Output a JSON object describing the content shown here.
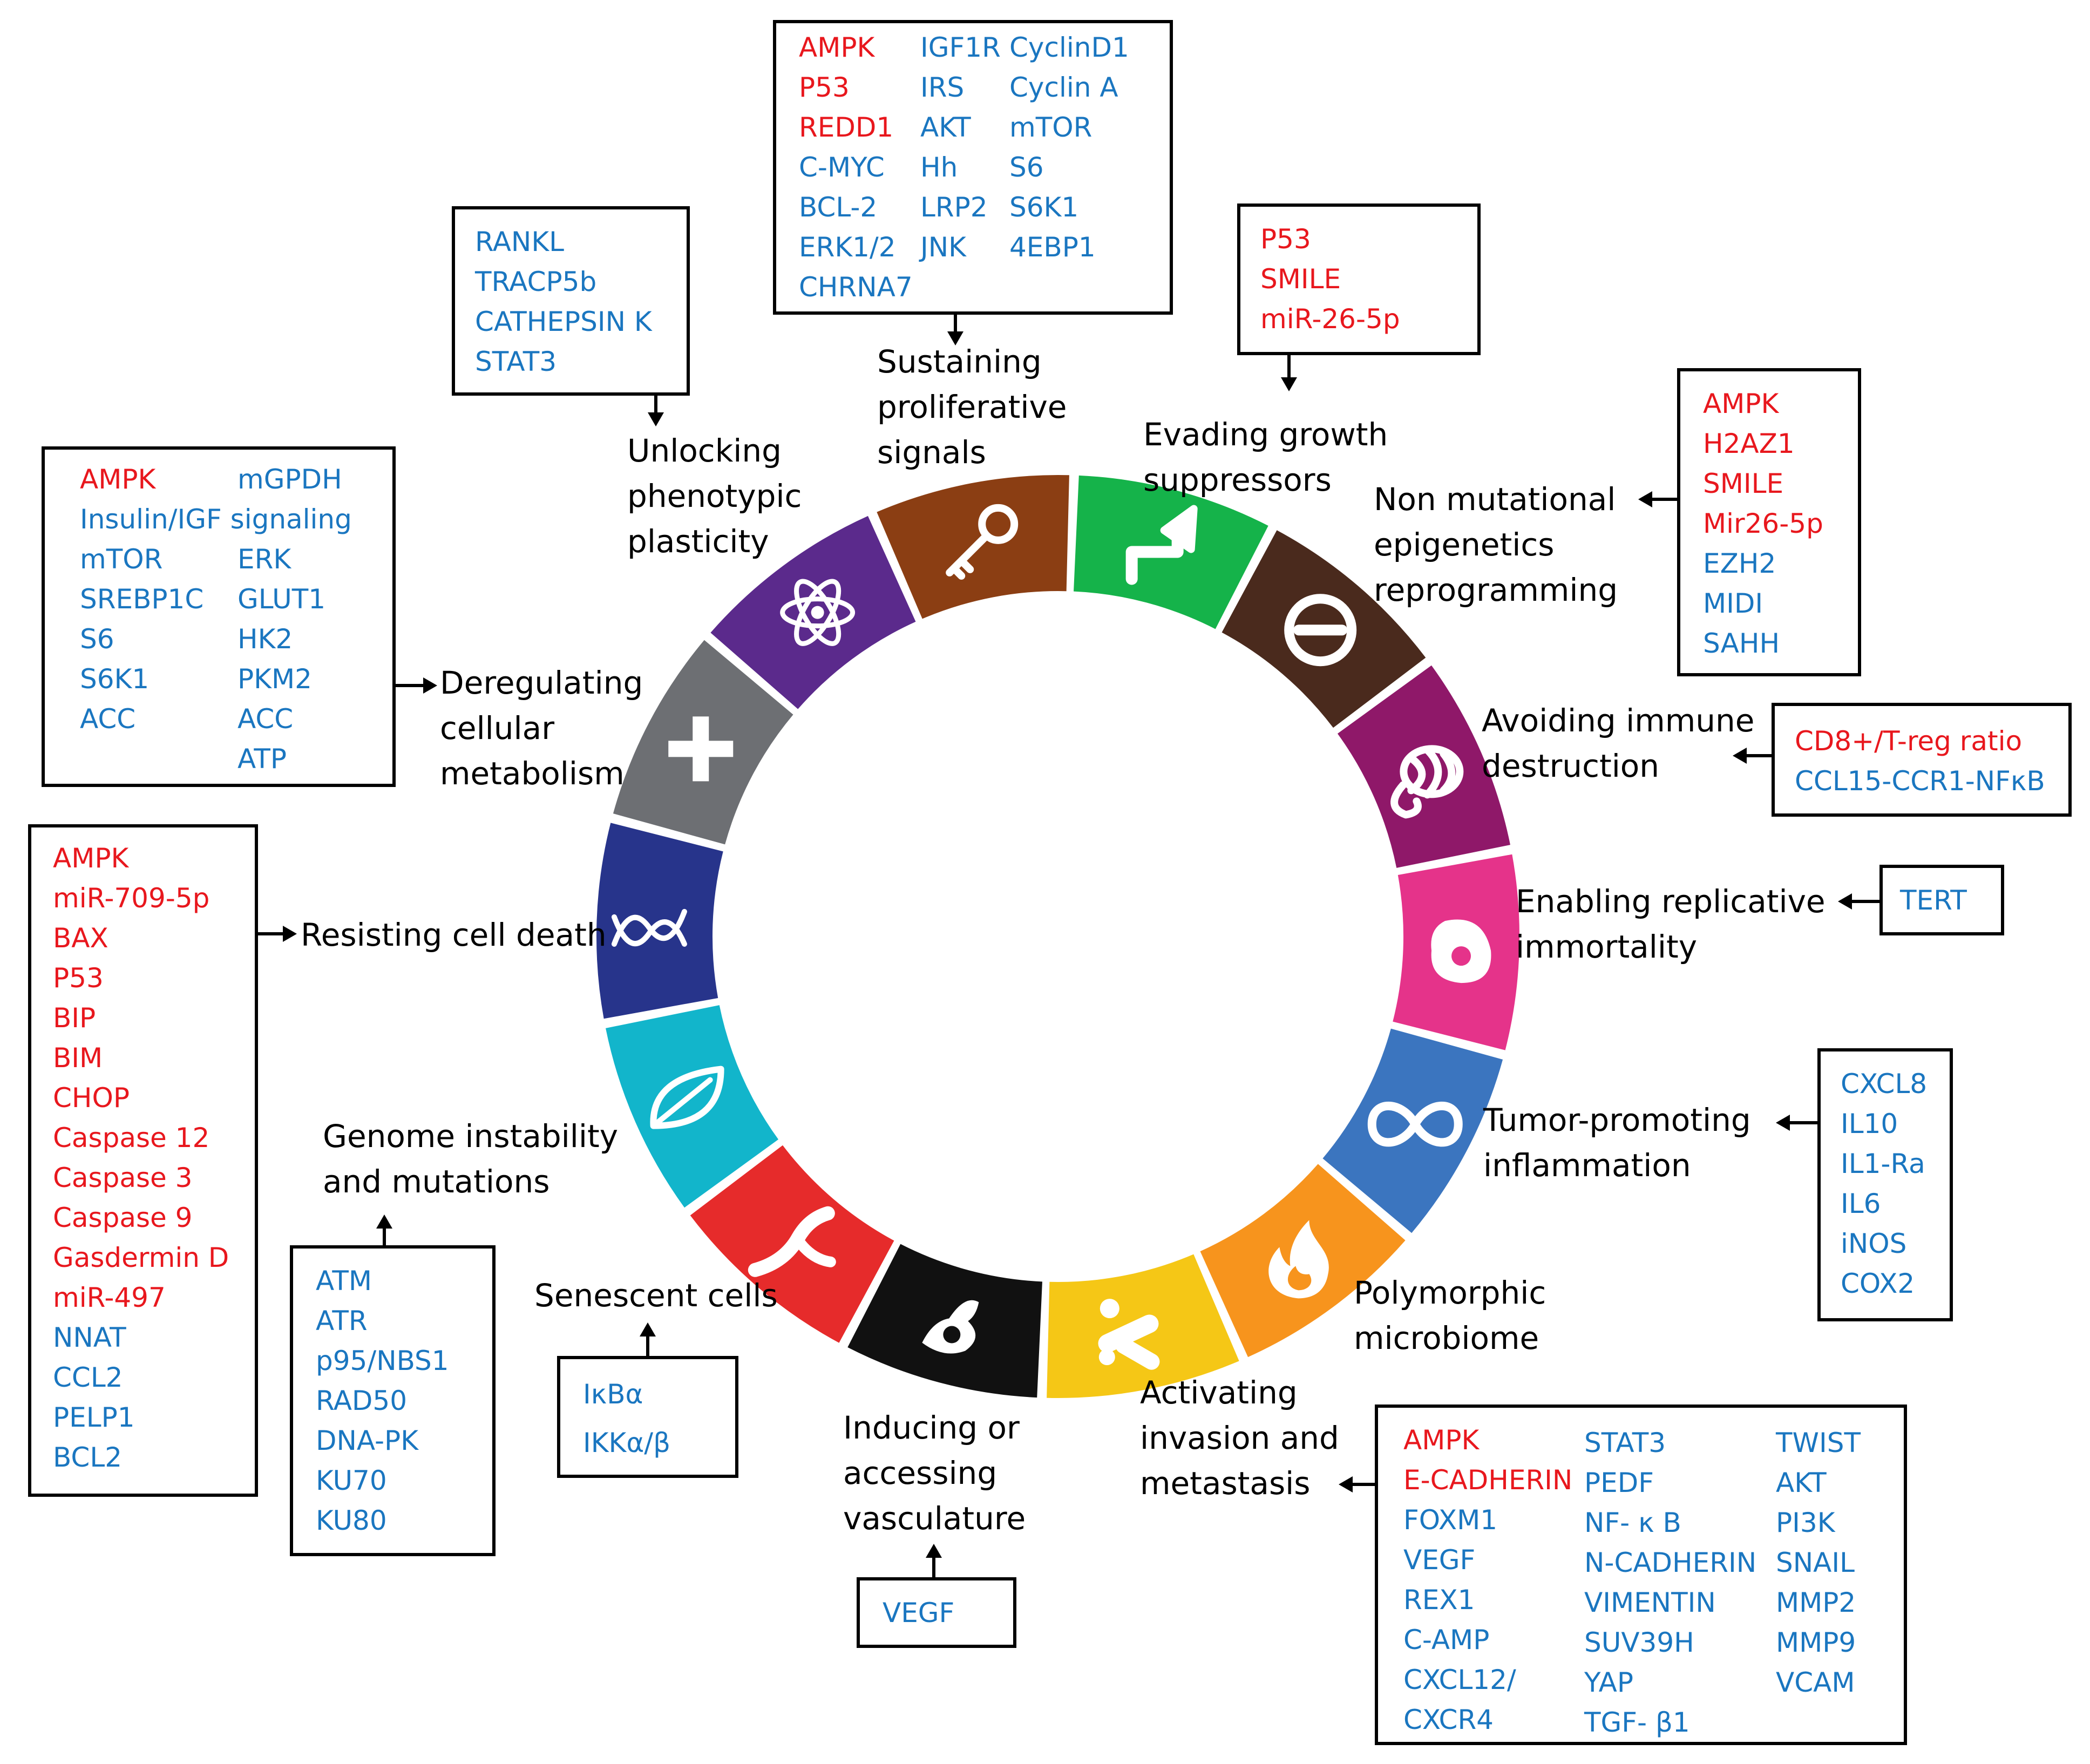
{
  "colors": {
    "activator": "#e8171d",
    "suppressor": "#1a76c0",
    "text": "#000000"
  },
  "hallmarks": {
    "proliferative": "Sustaining proliferative signals",
    "evading": "Evading growth suppressors",
    "epigenetic": "Non mutational epigenetics reprogramming",
    "immune": "Avoiding immune destruction",
    "immortality": "Enabling replicative immortality",
    "inflammation": "Tumor-promoting inflammation",
    "microbiome": "Polymorphic microbiome",
    "invasion": "Activating invasion and metastasis",
    "vasculature": "Inducing or accessing vasculature",
    "senescent": "Senescent cells",
    "genome": "Genome instability and mutations",
    "death": "Resisting cell death",
    "metabolism": "Deregulating cellular metabolism",
    "plasticity": "Unlocking phenotypic plasticity"
  },
  "labels": {
    "proliferative": [
      "Sustaining",
      "proliferative",
      "signals"
    ],
    "evading": [
      "Evading growth",
      "suppressors"
    ],
    "epigenetic": [
      "Non mutational",
      "epigenetics",
      "reprogramming"
    ],
    "immune": [
      "Avoiding immune",
      "destruction"
    ],
    "immortality": [
      "Enabling replicative",
      "immortality"
    ],
    "inflammation": [
      "Tumor-promoting",
      "inflammation"
    ],
    "microbiome": [
      "Polymorphic",
      "microbiome"
    ],
    "invasion": [
      "Activating",
      "invasion and",
      "metastasis"
    ],
    "vasculature": [
      "Inducing or",
      "accessing",
      "vasculature"
    ],
    "senescent": [
      "Senescent cells"
    ],
    "genome": [
      "Genome instability",
      "and mutations"
    ],
    "death": [
      "Resisting cell death"
    ],
    "metabolism": [
      "Deregulating",
      "cellular",
      "metabolism"
    ],
    "plasticity": [
      "Unlocking",
      "phenotypic",
      "plasticity"
    ]
  },
  "segments": [
    {
      "name": "sustaining-proliferative-signals",
      "color": "#15b34a",
      "icon": "upward-arrow-icon"
    },
    {
      "name": "evading-growth-suppressors",
      "color": "#4a2a1d",
      "icon": "prohibition-icon"
    },
    {
      "name": "non-mutational-epigenetic-reprogramming",
      "color": "#8f1869",
      "icon": "chromatin-icon"
    },
    {
      "name": "avoiding-immune-destruction",
      "color": "#e5338a",
      "icon": "immune-cell-icon"
    },
    {
      "name": "enabling-replicative-immortality",
      "color": "#3b75bf",
      "icon": "infinity-icon"
    },
    {
      "name": "tumor-promoting-inflammation",
      "color": "#f7941d",
      "icon": "flame-icon"
    },
    {
      "name": "polymorphic-microbiome",
      "color": "#f5c716",
      "icon": "bacteria-icon"
    },
    {
      "name": "activating-invasion-and-metastasis",
      "color": "#111111",
      "icon": "invasive-cell-icon"
    },
    {
      "name": "inducing-or-accessing-vasculature",
      "color": "#e62b2b",
      "icon": "blood-vessel-icon"
    },
    {
      "name": "senescent-cells",
      "color": "#12b5cb",
      "icon": "leaf-icon"
    },
    {
      "name": "genome-instability-and-mutations",
      "color": "#27348b",
      "icon": "dna-icon"
    },
    {
      "name": "resisting-cell-death",
      "color": "#6d6f73",
      "icon": "cross-icon"
    },
    {
      "name": "deregulating-cellular-metabolism",
      "color": "#5b2a8c",
      "icon": "atom-icon"
    },
    {
      "name": "unlocking-phenotypic-plasticity",
      "color": "#8b3e13",
      "icon": "key-icon"
    }
  ],
  "boxes": {
    "proliferative": {
      "col1": [
        {
          "t": "AMPK",
          "c": "activator"
        },
        {
          "t": "P53",
          "c": "activator"
        },
        {
          "t": "REDD1",
          "c": "activator"
        },
        {
          "t": "C-MYC",
          "c": "suppressor"
        },
        {
          "t": "BCL-2",
          "c": "suppressor"
        },
        {
          "t": "ERK1/2",
          "c": "suppressor"
        },
        {
          "t": "CHRNA7",
          "c": "suppressor"
        }
      ],
      "col2": [
        {
          "t": "IGF1R",
          "c": "suppressor"
        },
        {
          "t": "IRS",
          "c": "suppressor"
        },
        {
          "t": "AKT",
          "c": "suppressor"
        },
        {
          "t": "Hh",
          "c": "suppressor"
        },
        {
          "t": "LRP2",
          "c": "suppressor"
        },
        {
          "t": "JNK",
          "c": "suppressor"
        }
      ],
      "col3": [
        {
          "t": "CyclinD1",
          "c": "suppressor"
        },
        {
          "t": "Cyclin A",
          "c": "suppressor"
        },
        {
          "t": "mTOR",
          "c": "suppressor"
        },
        {
          "t": "S6",
          "c": "suppressor"
        },
        {
          "t": "S6K1",
          "c": "suppressor"
        },
        {
          "t": "4EBP1",
          "c": "suppressor"
        }
      ]
    },
    "plasticity": [
      {
        "t": "RANKL",
        "c": "suppressor"
      },
      {
        "t": "TRACP5b",
        "c": "suppressor"
      },
      {
        "t": "CATHEPSIN K",
        "c": "suppressor"
      },
      {
        "t": "STAT3",
        "c": "suppressor"
      }
    ],
    "evading": [
      {
        "t": "P53",
        "c": "activator"
      },
      {
        "t": "SMILE",
        "c": "activator"
      },
      {
        "t": "miR-26-5p",
        "c": "activator"
      }
    ],
    "epigenetic": [
      {
        "t": "AMPK",
        "c": "activator"
      },
      {
        "t": "H2AZ1",
        "c": "activator"
      },
      {
        "t": "SMILE",
        "c": "activator"
      },
      {
        "t": "Mir26-5p",
        "c": "activator"
      },
      {
        "t": "EZH2",
        "c": "suppressor"
      },
      {
        "t": "MIDI",
        "c": "suppressor"
      },
      {
        "t": "SAHH",
        "c": "suppressor"
      }
    ],
    "metabolism": {
      "col1": [
        {
          "t": "AMPK",
          "c": "activator"
        },
        {
          "t": "Insulin/IGF signaling",
          "c": "suppressor"
        },
        {
          "t": "mTOR",
          "c": "suppressor"
        },
        {
          "t": "SREBP1C",
          "c": "suppressor"
        },
        {
          "t": "S6",
          "c": "suppressor"
        },
        {
          "t": "S6K1",
          "c": "suppressor"
        },
        {
          "t": "ACC",
          "c": "suppressor"
        }
      ],
      "col2": [
        {
          "t": "mGPDH",
          "c": "suppressor"
        },
        {
          "t": "",
          "c": "suppressor"
        },
        {
          "t": "ERK",
          "c": "suppressor"
        },
        {
          "t": "GLUT1",
          "c": "suppressor"
        },
        {
          "t": "HK2",
          "c": "suppressor"
        },
        {
          "t": "PKM2",
          "c": "suppressor"
        },
        {
          "t": "ACC",
          "c": "suppressor"
        },
        {
          "t": "ATP",
          "c": "suppressor"
        }
      ]
    },
    "immune": [
      {
        "t": "CD8+/T-reg ratio",
        "c": "activator"
      },
      {
        "t": "CCL15-CCR1-NFκB",
        "c": "suppressor"
      }
    ],
    "immortality": [
      {
        "t": "TERT",
        "c": "suppressor"
      }
    ],
    "death": [
      {
        "t": "AMPK",
        "c": "activator"
      },
      {
        "t": "miR-709-5p",
        "c": "activator"
      },
      {
        "t": "BAX",
        "c": "activator"
      },
      {
        "t": "P53",
        "c": "activator"
      },
      {
        "t": "BIP",
        "c": "activator"
      },
      {
        "t": "BIM",
        "c": "activator"
      },
      {
        "t": "CHOP",
        "c": "activator"
      },
      {
        "t": "Caspase 12",
        "c": "activator"
      },
      {
        "t": "Caspase 3",
        "c": "activator"
      },
      {
        "t": "Caspase 9",
        "c": "activator"
      },
      {
        "t": "Gasdermin D",
        "c": "activator"
      },
      {
        "t": "miR-497",
        "c": "activator"
      },
      {
        "t": "NNAT",
        "c": "suppressor"
      },
      {
        "t": "CCL2",
        "c": "suppressor"
      },
      {
        "t": "PELP1",
        "c": "suppressor"
      },
      {
        "t": "BCL2",
        "c": "suppressor"
      }
    ],
    "inflammation": [
      {
        "t": "CXCL8",
        "c": "suppressor"
      },
      {
        "t": "IL10",
        "c": "suppressor"
      },
      {
        "t": "IL1-Ra",
        "c": "suppressor"
      },
      {
        "t": "IL6",
        "c": "suppressor"
      },
      {
        "t": "iNOS",
        "c": "suppressor"
      },
      {
        "t": "COX2",
        "c": "suppressor"
      }
    ],
    "genome": [
      {
        "t": "ATM",
        "c": "suppressor"
      },
      {
        "t": "ATR",
        "c": "suppressor"
      },
      {
        "t": "p95/NBS1",
        "c": "suppressor"
      },
      {
        "t": "RAD50",
        "c": "suppressor"
      },
      {
        "t": "DNA-PK",
        "c": "suppressor"
      },
      {
        "t": "KU70",
        "c": "suppressor"
      },
      {
        "t": "KU80",
        "c": "suppressor"
      }
    ],
    "senescent": [
      {
        "t": "IκBα",
        "c": "suppressor"
      },
      {
        "t": "IKKα/β",
        "c": "suppressor"
      }
    ],
    "vasculature": [
      {
        "t": "VEGF",
        "c": "suppressor"
      }
    ],
    "invasion": {
      "col1": [
        {
          "t": "AMPK",
          "c": "activator"
        },
        {
          "t": "E-CADHERIN",
          "c": "activator"
        },
        {
          "t": "FOXM1",
          "c": "suppressor"
        },
        {
          "t": "VEGF",
          "c": "suppressor"
        },
        {
          "t": "REX1",
          "c": "suppressor"
        },
        {
          "t": "C-AMP",
          "c": "suppressor"
        },
        {
          "t": "CXCL12/",
          "c": "suppressor"
        },
        {
          "t": "CXCR4",
          "c": "suppressor"
        }
      ],
      "col2": [
        {
          "t": "STAT3",
          "c": "suppressor"
        },
        {
          "t": "PEDF",
          "c": "suppressor"
        },
        {
          "t": "NF- κ B",
          "c": "suppressor"
        },
        {
          "t": "N-CADHERIN",
          "c": "suppressor"
        },
        {
          "t": "VIMENTIN",
          "c": "suppressor"
        },
        {
          "t": "SUV39H",
          "c": "suppressor"
        },
        {
          "t": "YAP",
          "c": "suppressor"
        },
        {
          "t": "TGF- β1",
          "c": "suppressor"
        }
      ],
      "col3": [
        {
          "t": "TWIST",
          "c": "suppressor"
        },
        {
          "t": "AKT",
          "c": "suppressor"
        },
        {
          "t": "PI3K",
          "c": "suppressor"
        },
        {
          "t": "SNAIL",
          "c": "suppressor"
        },
        {
          "t": "MMP2",
          "c": "suppressor"
        },
        {
          "t": "MMP9",
          "c": "suppressor"
        },
        {
          "t": "VCAM",
          "c": "suppressor"
        }
      ]
    }
  }
}
